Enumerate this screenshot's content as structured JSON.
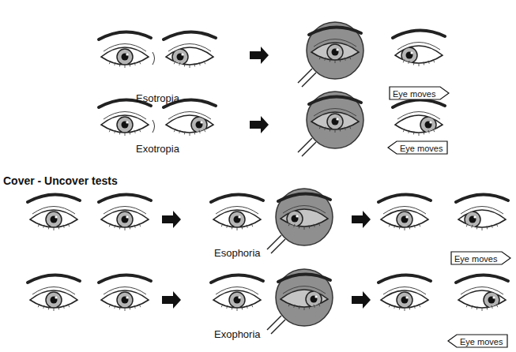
{
  "diagram": {
    "title": "Cover - Uncover tests",
    "nodes": [
      {
        "text": [
          "Eye moves"
        ]
      },
      {
        "text": [
          "Eye moves"
        ]
      },
      {
        "text": [
          "Eye moves"
        ]
      },
      {
        "text": [
          "Eye moves"
        ]
      }
    ],
    "labels": [
      "Esotropia",
      "Exotropia",
      "Esophoria",
      "Exophoria"
    ]
  }
}
